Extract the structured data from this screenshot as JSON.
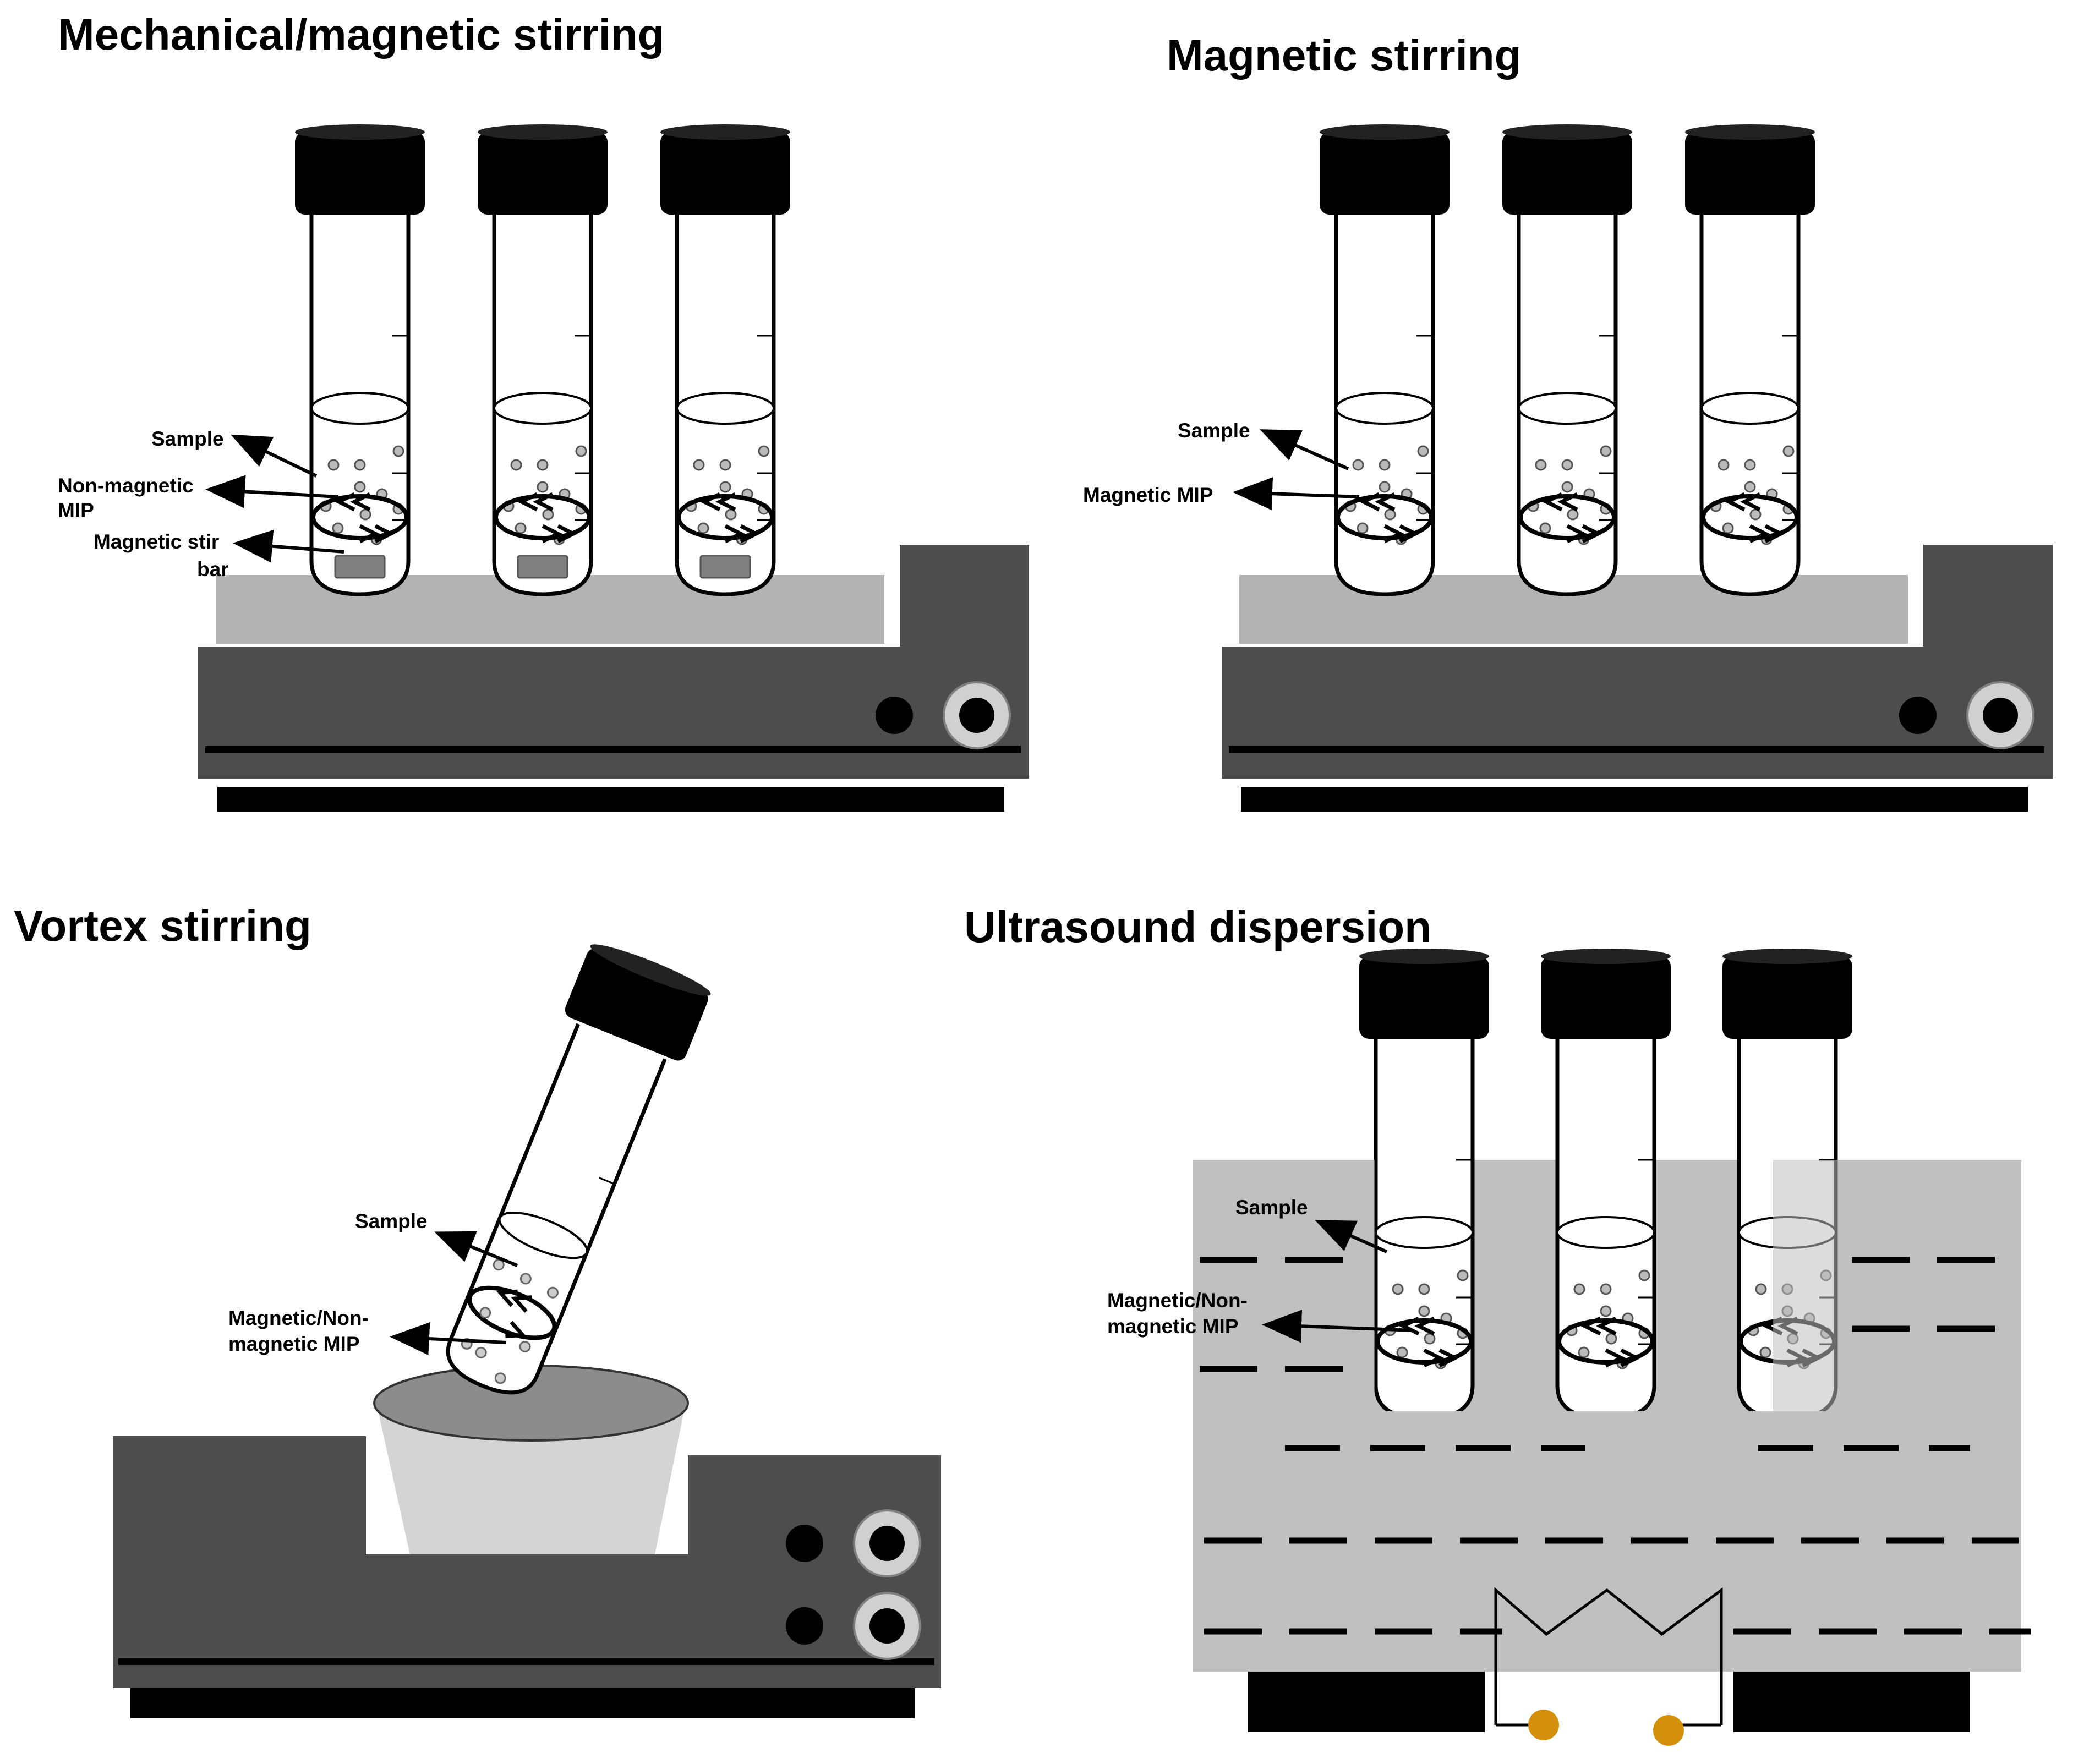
{
  "panels": {
    "mechanical": {
      "title": "Mechanical/magnetic stirring",
      "label_sample": "Sample",
      "label_mip_line1": "Non-magnetic",
      "label_mip_line2": "MIP",
      "label_stirbar_line1": "Magnetic stir",
      "label_stirbar_line2": "bar"
    },
    "magnetic": {
      "title": "Magnetic stirring",
      "label_sample": "Sample",
      "label_mip": "Magnetic MIP"
    },
    "vortex": {
      "title": "Vortex stirring",
      "label_sample": "Sample",
      "label_mip_line1": "Magnetic/Non-",
      "label_mip_line2": "magnetic MIP"
    },
    "ultrasound": {
      "title": "Ultrasound dispersion",
      "label_sample": "Sample",
      "label_mip_line1": "Magnetic/Non-",
      "label_mip_line2": "magnetic MIP"
    }
  },
  "colors": {
    "device_body": "#4d4d4d",
    "device_feet": "#000000",
    "plate": "#b3b3b3",
    "tube_cap": "#000000",
    "stir_bar": "#808080",
    "bath_water": "#c0c0c0",
    "cup": "#d4d4d4",
    "cup_top": "#8c8c8c",
    "electrode": "#d4900a",
    "particle": "#b8b8b8"
  }
}
